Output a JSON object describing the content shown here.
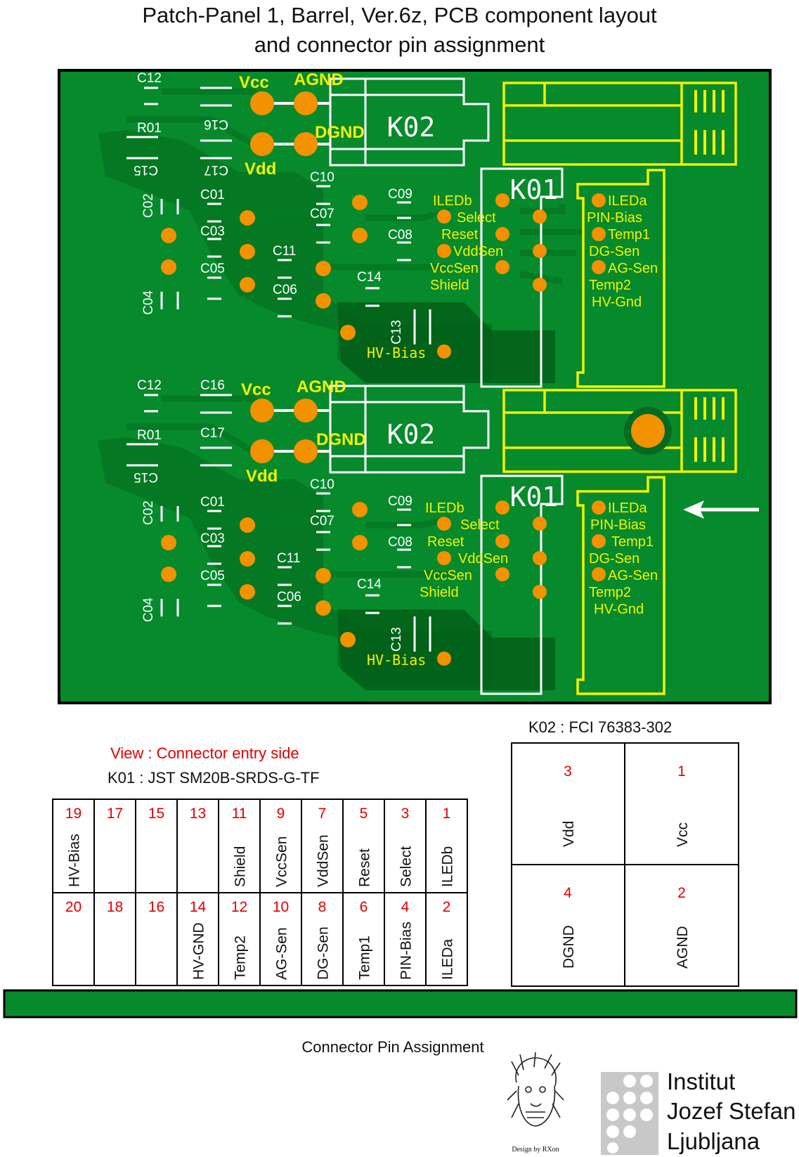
{
  "title": {
    "line1": "Patch-Panel 1, Barrel, Ver.6z, PCB component layout",
    "line2": "and connector pin assignment"
  },
  "colors": {
    "board": "#068a2c",
    "board_dark": "#046a22",
    "silk": "#ffffff",
    "outline": "#f2f200",
    "pad": "#f39200",
    "label": "#f2f200",
    "pin_number": "#e00000"
  },
  "pcb": {
    "upper": {
      "components": [
        "C12",
        "R01",
        "C16",
        "C15",
        "C17",
        "C02",
        "C01",
        "C03",
        "C05",
        "C04",
        "C10",
        "C07",
        "C11",
        "C06",
        "C09",
        "C08",
        "C14",
        "C13"
      ],
      "power": {
        "vcc": "Vcc",
        "agnd": "AGND",
        "dgnd": "DGND",
        "vdd": "Vdd"
      },
      "k02": "K02",
      "k01": "K01",
      "left_signals": [
        "ILEDb",
        "Select",
        "Reset",
        "VddSen",
        "VccSen",
        "Shield"
      ],
      "right_signals": [
        "ILEDa",
        "PIN-Bias",
        "Temp1",
        "DG-Sen",
        "AG-Sen",
        "Temp2",
        "HV-Gnd"
      ],
      "hv_bias": "HV-Bias"
    },
    "lower": {
      "components": [
        "C12",
        "R01",
        "C16",
        "C15",
        "C17",
        "C02",
        "C01",
        "C03",
        "C05",
        "C04",
        "C10",
        "C07",
        "C11",
        "C06",
        "C09",
        "C08",
        "C14",
        "C13"
      ],
      "power": {
        "vcc": "Vcc",
        "agnd": "AGND",
        "dgnd": "DGND",
        "vdd": "Vdd"
      },
      "k02": "K02",
      "k01": "K01",
      "left_signals": [
        "ILEDb",
        "Select",
        "Reset",
        "VddSen",
        "VccSen",
        "Shield"
      ],
      "right_signals": [
        "ILEDa",
        "PIN-Bias",
        "Temp1",
        "DG-Sen",
        "AG-Sen",
        "Temp2",
        "HV-Gnd"
      ],
      "hv_bias": "HV-Bias"
    }
  },
  "k01_table": {
    "view": "View : Connector entry side",
    "label": "K01 :  JST SM20B-SRDS-G-TF",
    "top_row": [
      {
        "num": "19",
        "name": "HV-Bias"
      },
      {
        "num": "17",
        "name": ""
      },
      {
        "num": "15",
        "name": ""
      },
      {
        "num": "13",
        "name": ""
      },
      {
        "num": "11",
        "name": "Shield"
      },
      {
        "num": "9",
        "name": "VccSen"
      },
      {
        "num": "7",
        "name": "VddSen"
      },
      {
        "num": "5",
        "name": "Reset"
      },
      {
        "num": "3",
        "name": "Select"
      },
      {
        "num": "1",
        "name": "ILEDb"
      }
    ],
    "bottom_row": [
      {
        "num": "20",
        "name": ""
      },
      {
        "num": "18",
        "name": ""
      },
      {
        "num": "16",
        "name": ""
      },
      {
        "num": "14",
        "name": "HV-GND"
      },
      {
        "num": "12",
        "name": "Temp2"
      },
      {
        "num": "10",
        "name": "AG-Sen"
      },
      {
        "num": "8",
        "name": "DG-Sen"
      },
      {
        "num": "6",
        "name": "Temp1"
      },
      {
        "num": "4",
        "name": "PIN-Bias"
      },
      {
        "num": "2",
        "name": "ILEDa"
      }
    ]
  },
  "k02_table": {
    "label": "K02 :  FCI 76383-302",
    "cells": [
      {
        "num": "3",
        "name": "Vdd"
      },
      {
        "num": "1",
        "name": "Vcc"
      },
      {
        "num": "4",
        "name": "DGND"
      },
      {
        "num": "2",
        "name": "AGND"
      }
    ]
  },
  "caption": "Connector Pin Assignment",
  "credit": "Design by RXon",
  "institute": [
    "Institut",
    "Jozef Stefan",
    "Ljubljana"
  ]
}
